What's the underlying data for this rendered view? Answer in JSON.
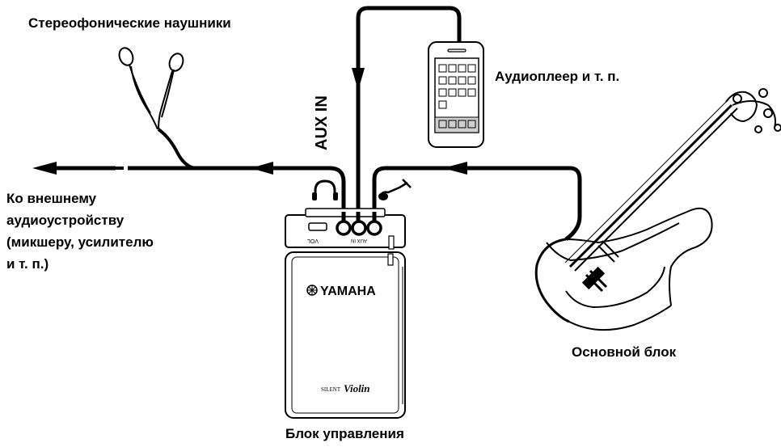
{
  "labels": {
    "headphones": "Стереофонические наушники",
    "audio_player": "Аудиоплеер и т. п.",
    "external_line1": "Ко внешнему",
    "external_line2": "аудиоустройству",
    "external_line3": "(микшеру, усилителю",
    "external_line4": "и т. п.)",
    "main_unit": "Основной блок",
    "control_unit": "Блок управления",
    "aux_in": "AUX IN"
  },
  "control_unit": {
    "brand": "YAMAHA",
    "model_small": "SILENT",
    "model_script": "Violin",
    "jack_vol": "VOL",
    "jack_aux": "AUX IN"
  },
  "colors": {
    "line": "#000000",
    "fill": "#ffffff",
    "screen_bar": "#cfcfcf"
  }
}
